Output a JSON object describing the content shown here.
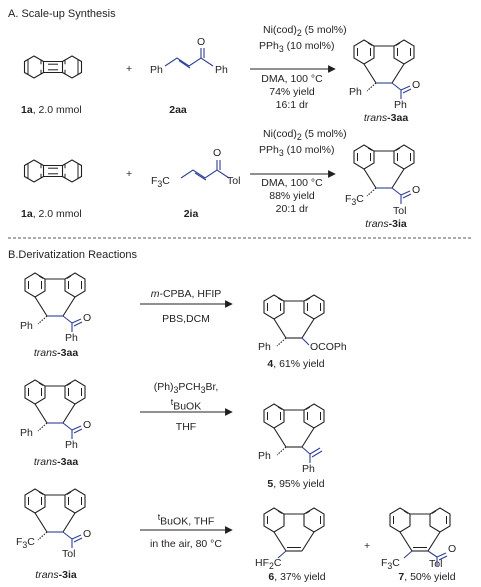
{
  "section_a": {
    "title": "A. Scale-up Synthesis"
  },
  "section_b": {
    "title": "B.Derivatization Reactions"
  },
  "plus": "+",
  "rxn1": {
    "reactant1": {
      "id": "1a",
      "amount": ", 2.0 mmol"
    },
    "reactant2": {
      "id": "2aa",
      "ph_left": "Ph",
      "ph_right": "Ph",
      "o": "O"
    },
    "conditions": {
      "catalyst_a": "Ni(cod)",
      "catalyst_sub": "2",
      "catalyst_b": " (5 mol%)",
      "ligand_a": "PPh",
      "ligand_sub": "3",
      "ligand_b": " (10 mol%)",
      "solvent_temp": "DMA, 100 °C",
      "yield": "74% yield",
      "dr": "16:1 dr"
    },
    "product": {
      "prefix": "trans",
      "id": "-3aa",
      "ph_a": "Ph",
      "ph_b": "Ph",
      "o": "O"
    }
  },
  "rxn2": {
    "reactant1": {
      "id": "1a",
      "amount": ", 2.0 mmol"
    },
    "reactant2": {
      "id": "2ia",
      "cf3": "F",
      "cf3_sub": "3",
      "cf3_c": "C",
      "tol": "Tol",
      "o": "O"
    },
    "conditions": {
      "catalyst_a": "Ni(cod)",
      "catalyst_sub": "2",
      "catalyst_b": " (5 mol%)",
      "ligand_a": "PPh",
      "ligand_sub": "3",
      "ligand_b": " (10 mol%)",
      "solvent_temp": "DMA, 100 °C",
      "yield": "88% yield",
      "dr": "20:1 dr"
    },
    "product": {
      "prefix": "trans",
      "id": "-3ia",
      "cf3": "F",
      "cf3_sub": "3",
      "cf3_c": "C",
      "tol": "Tol",
      "o": "O"
    }
  },
  "rxn3": {
    "substrate": {
      "prefix": "trans",
      "id": "-3aa",
      "ph_a": "Ph",
      "ph_b": "Ph",
      "o": "O"
    },
    "conditions": {
      "reagent_italic": "m",
      "reagent_rest": "-CPBA, HFIP",
      "solvent": "PBS,DCM"
    },
    "product": {
      "id": "4",
      "yield": ", 61% yield",
      "ph": "Ph",
      "ocoph": "OCOPh"
    }
  },
  "rxn4": {
    "substrate": {
      "prefix": "trans",
      "id": "-3aa",
      "ph_a": "Ph",
      "ph_b": "Ph",
      "o": "O"
    },
    "conditions": {
      "wittig_a": "(Ph)",
      "wittig_sub": "3",
      "wittig_b": "PCH",
      "wittig_sub2": "3",
      "wittig_c": "Br,",
      "base_sup": "t",
      "base": "BuOK",
      "solvent": "THF"
    },
    "product": {
      "id": "5",
      "yield": ", 95% yield",
      "ph_a": "Ph",
      "ph_b": "Ph"
    }
  },
  "rxn5": {
    "substrate": {
      "prefix": "trans",
      "id": "-3ia",
      "cf3": "F",
      "cf3_sub": "3",
      "cf3_c": "C",
      "tol": "Tol",
      "o": "O"
    },
    "conditions": {
      "base_sup": "t",
      "base": "BuOK, THF",
      "air": "in the air, 80 °C"
    },
    "product1": {
      "id": "6",
      "yield": ", 37% yield",
      "hf2": "HF",
      "hf2_sub": "2",
      "hf2_c": "C"
    },
    "product2": {
      "id": "7",
      "yield": ", 50% yield",
      "cf3": "F",
      "cf3_sub": "3",
      "cf3_c": "C",
      "tol": "Tol",
      "o": "O"
    }
  },
  "colors": {
    "ink": "#231f20",
    "accent": "#2e3f97"
  }
}
